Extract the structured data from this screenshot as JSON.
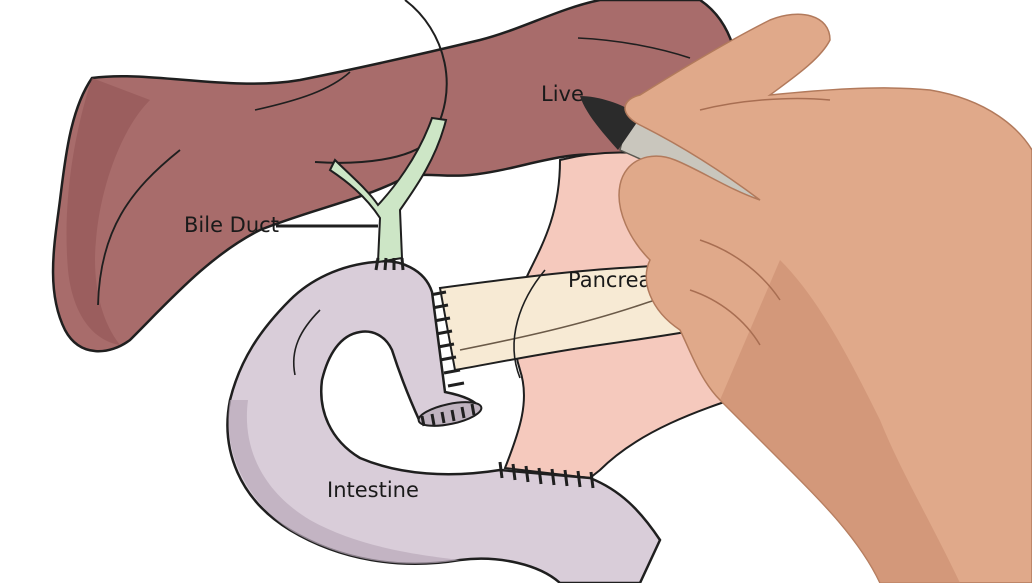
{
  "labels": {
    "bile_duct": "Bile Duct",
    "liver": "Live",
    "pancreas": "Pancrea",
    "intestine": "Intestine"
  },
  "colors": {
    "liver": "#a86c6b",
    "liver_shadow": "#8f5453",
    "bile_duct": "#cde6c6",
    "pancreas_stomach": "#f5c9bd",
    "pancreas_tissue": "#f7ead4",
    "intestine": "#d9cdd9",
    "intestine_shadow": "#b9aab9",
    "skin": "#e0a98a",
    "marker_body": "#c9c6bd"
  }
}
